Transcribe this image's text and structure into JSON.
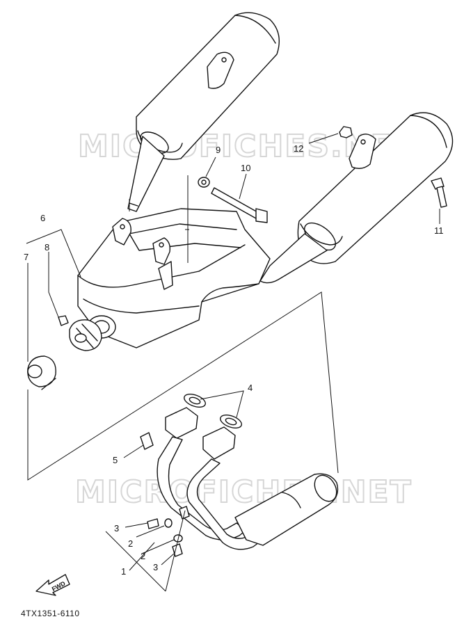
{
  "watermark": "MICROFICHES.NET",
  "diagram_code": "4TX1351-6110",
  "fwd_label": "FWD",
  "callouts": {
    "c1": "1",
    "c2a": "2",
    "c2b": "2",
    "c3a": "3",
    "c3b": "3",
    "c4": "4",
    "c5": "5",
    "c6": "6",
    "c7": "7",
    "c8": "8",
    "c9": "9",
    "c10": "10",
    "c11": "11",
    "c12": "12"
  }
}
